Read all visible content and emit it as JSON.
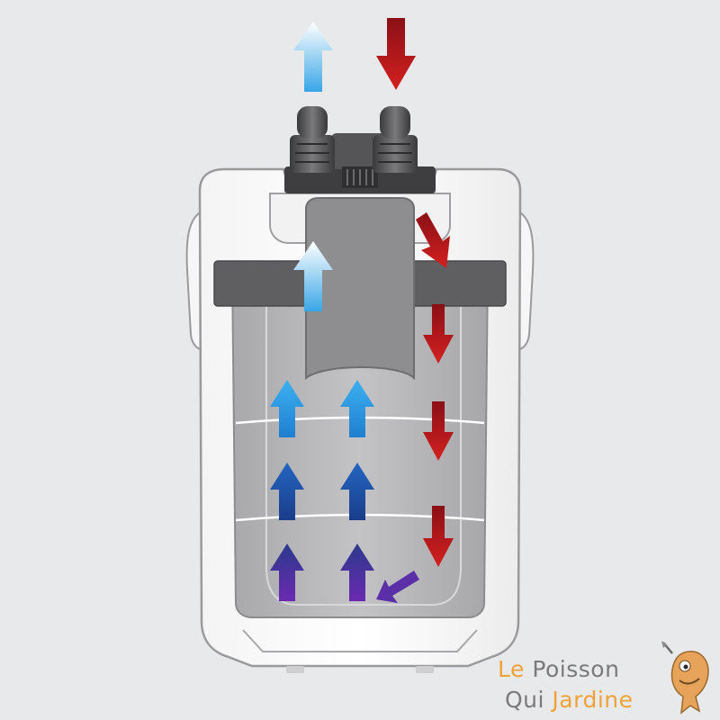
{
  "colors": {
    "background": "#e8e9eb",
    "outflow_light": "#cfe6f7",
    "outflow_mid": "#39a6e6",
    "deep_blue": "#1f4fa0",
    "indigo": "#3b2a8c",
    "violet": "#5a2fa8",
    "inflow_red": "#c21c1c",
    "inflow_dark": "#7a0e12",
    "canister_grey": "#b4b4b6",
    "band_grey": "#5f5f61",
    "brand_orange": "#f0a23a",
    "brand_grey": "#7a7a7a"
  },
  "brand": {
    "line1_a": "Le ",
    "line1_b": "Poisson",
    "line2_a": "Qui ",
    "line2_b": "Jardine"
  },
  "icons": {
    "outflow": "arrow-up-icon",
    "inflow": "arrow-down-icon",
    "mascot": "fish-mascot-icon"
  }
}
